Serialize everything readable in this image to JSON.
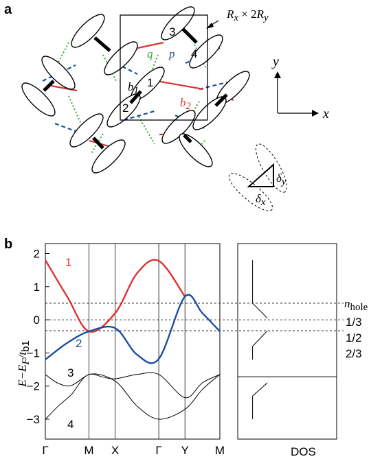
{
  "panel_a": {
    "label": "a",
    "cell_label_main": "R",
    "cell_label_sub1": "x",
    "cell_label_mid": " × 2",
    "cell_label_main2": "R",
    "cell_label_sub2": "y",
    "site_numbers": [
      "1",
      "2",
      "3",
      "4"
    ],
    "bond_b1": "b",
    "bond_b1_sub": "1",
    "bond_b2": "b",
    "bond_b2_sub": "2",
    "bond_q": "q",
    "bond_p": "p",
    "axis_y": "y",
    "axis_x": "x",
    "delta_x": "δ",
    "delta_x_sub": "x",
    "delta_y": "δ",
    "delta_y_sub": "y",
    "colors": {
      "b1": "#000000",
      "b2": "#e03030",
      "q": "#33aa33",
      "p": "#1a4fa0"
    }
  },
  "panel_b": {
    "label": "b",
    "ylabel_main": "E−E",
    "ylabel_sub": "F",
    "ylabel_mid": "/t",
    "ylabel_sub2": "b1",
    "band_labels": [
      "1",
      "2",
      "3",
      "4"
    ],
    "dos_label": "DOS",
    "nhole_label": "n",
    "nhole_sub": "hole",
    "colors": {
      "band1": "#e03030",
      "band2": "#1a4fa0",
      "other": "#000000"
    }
  },
  "chart_data": [
    {
      "type": "line",
      "title": "",
      "xlabel": "",
      "ylabel": "E−E_F/t_b1",
      "x_ticks": [
        "Γ",
        "M",
        "X",
        "Γ",
        "Y",
        "M"
      ],
      "x_tick_positions": [
        0,
        1,
        1.6,
        2.6,
        3.2,
        4.0
      ],
      "yticks": [
        "2",
        "1",
        "0",
        "−1",
        "−2",
        "−3"
      ],
      "ytick_values": [
        2,
        1,
        0,
        -1,
        -2,
        -3
      ],
      "ylim": [
        -3.6,
        2.3
      ],
      "xlim": [
        0,
        4.0
      ],
      "grid": false,
      "series": [
        {
          "name": "1",
          "x": [
            0,
            0.5,
            1.0,
            1.6,
            2.1,
            2.6,
            3.2
          ],
          "y": [
            1.8,
            0.7,
            -0.35,
            0.2,
            1.4,
            1.78,
            0.7
          ]
        },
        {
          "name": "2",
          "x": [
            0,
            0.5,
            1.0,
            1.6,
            2.1,
            2.6,
            3.2,
            3.6,
            4.0
          ],
          "y": [
            -1.2,
            -0.7,
            -0.35,
            -0.25,
            -1.05,
            -1.18,
            0.7,
            0.2,
            -0.35
          ]
        },
        {
          "name": "3",
          "x": [
            0,
            0.3,
            0.6,
            1.0,
            1.3,
            1.6,
            2.1,
            2.6,
            3.2,
            3.6,
            4.0
          ],
          "y": [
            -1.65,
            -1.92,
            -1.98,
            -1.65,
            -1.72,
            -1.78,
            -1.65,
            -1.65,
            -2.35,
            -1.9,
            -1.65
          ]
        },
        {
          "name": "4",
          "x": [
            0,
            0.3,
            0.6,
            1.0,
            1.6,
            2.1,
            2.6,
            3.2,
            3.6,
            4.0
          ],
          "y": [
            -3.0,
            -2.6,
            -2.25,
            -1.65,
            -1.85,
            -2.6,
            -3.0,
            -2.7,
            -2.1,
            -1.65
          ]
        }
      ],
      "hlines": [
        {
          "label": "1/3",
          "y": 0.5
        },
        {
          "label": "1/2",
          "y": 0.0
        },
        {
          "label": "2/3",
          "y": -0.33
        }
      ]
    },
    {
      "type": "line",
      "title": "",
      "xlabel": "DOS",
      "ylabel": "",
      "ylim": [
        -3.6,
        2.3
      ],
      "series": [
        {
          "name": "",
          "x": [
            0.15,
            0.15,
            0.3
          ],
          "y": [
            1.8,
            0.5,
            0.05
          ]
        },
        {
          "name": "",
          "x": [
            0.3,
            0.15,
            0.15
          ],
          "y": [
            -0.33,
            -0.8,
            -1.2
          ]
        },
        {
          "name": "",
          "x": [
            0.0,
            1.0
          ],
          "y": [
            -1.72,
            -1.72
          ]
        },
        {
          "name": "",
          "x": [
            0.15,
            0.15,
            0.3
          ],
          "y": [
            -3.0,
            -2.3,
            -1.9
          ]
        }
      ]
    }
  ]
}
